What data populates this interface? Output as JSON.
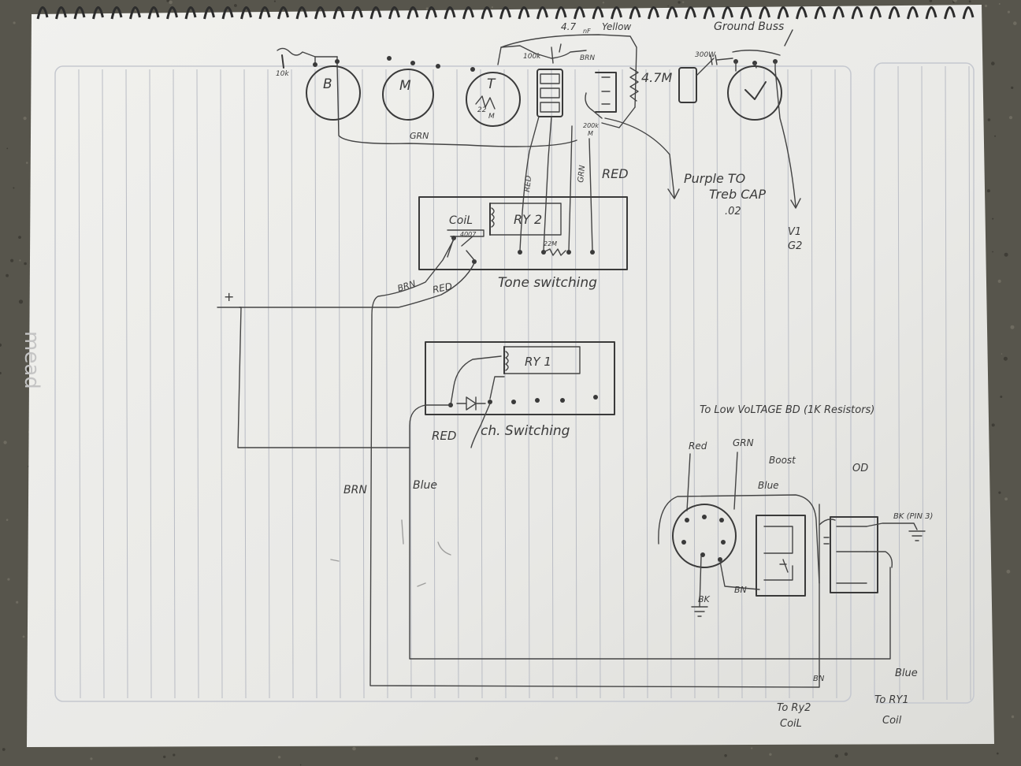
{
  "notebook": {
    "brand": "mead",
    "paper_color": "#ecece9",
    "rule_color": "#b9bcc4",
    "ink_color": "#3a3a3a"
  },
  "labels": {
    "cap_top": "4.7",
    "cap_top_unit": "nF",
    "yellow": "Yellow",
    "ground_buss": "Ground Buss",
    "resistor_10k": "10k",
    "resistor_100k": "100k",
    "brn_top": "BRN",
    "cap_300": "300W",
    "resistor_4_7m": "4.7M",
    "resistor_22m": "22\nM",
    "resistor_200k": "200k\nM",
    "grn_top": "GRN",
    "pot_b": "B",
    "pot_m": "M",
    "pot_t": "T",
    "red_wire_1": "RED",
    "grn_wire_1": "GRN",
    "red_wire_right": "RED",
    "purple_to": "Purple TO",
    "treb_cap": "Treb CAP",
    "treb_cap_value": ".02",
    "v1": "V1",
    "g2": "G2",
    "coil": "CoiL",
    "ry2": "RY 2",
    "diode_4007": "4007",
    "resistor_22m_ry2": "22M",
    "brn_wire": "BRN",
    "red_wire_2": "RED",
    "tone_switching": "Tone switching",
    "plus": "+",
    "ry1": "RY 1",
    "red_wire_3": "RED",
    "ch_switching": "ch. Switching",
    "brn_left": "BRN",
    "blue_left": "Blue",
    "to_low_voltage": "To Low VoLTAGE BD  (1K Resistors)",
    "red_jack": "Red",
    "grn_jack": "GRN",
    "boost": "Boost",
    "od": "OD",
    "blue_switch": "Blue",
    "bk_pin3": "BK  (PIN 3)",
    "bk_jack": "BK",
    "bn_jack": "BN",
    "bn_bottom": "BN",
    "blue_bottom": "Blue",
    "to_ry2": "To Ry2",
    "ry2_coil": "CoiL",
    "to_ry1": "To RY1",
    "ry1_coil": "Coil"
  }
}
